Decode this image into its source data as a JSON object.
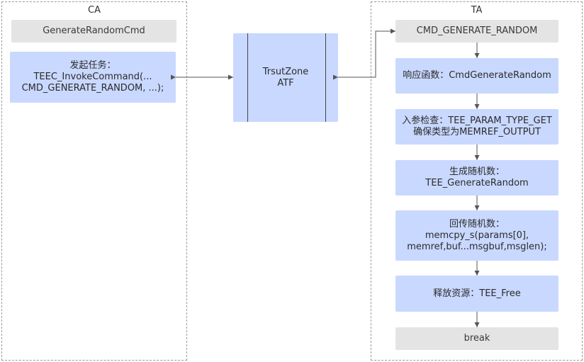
{
  "ca": {
    "title": "CA",
    "cmd": "GenerateRandomCmd",
    "invoke": [
      "发起任务：",
      "TEEC_InvokeCommand(...",
      "CMD_GENERATE_RANDOM, ...);"
    ]
  },
  "trustzone": {
    "lines": [
      "TrsutZone",
      "ATF"
    ]
  },
  "ta": {
    "title": "TA",
    "cmd": "CMD_GENERATE_RANDOM",
    "steps": [
      {
        "lines": [
          "响应函数：CmdGenerateRandom"
        ]
      },
      {
        "lines": [
          "入参检查：TEE_PARAM_TYPE_GET",
          "确保类型为MEMREF_OUTPUT"
        ]
      },
      {
        "lines": [
          "生成随机数：",
          "TEE_GenerateRandom"
        ]
      },
      {
        "lines": [
          "回传随机数：",
          "memcpy_s(params[0],",
          "memref,buf...msgbuf,msglen);"
        ]
      },
      {
        "lines": [
          "释放资源：TEE_Free"
        ]
      }
    ],
    "end": "break"
  },
  "colors": {
    "gray_box": "#e4e4e4",
    "blue_box": "#c9d8ff",
    "connector": "#555555",
    "group_border": "#9a9a9a"
  }
}
